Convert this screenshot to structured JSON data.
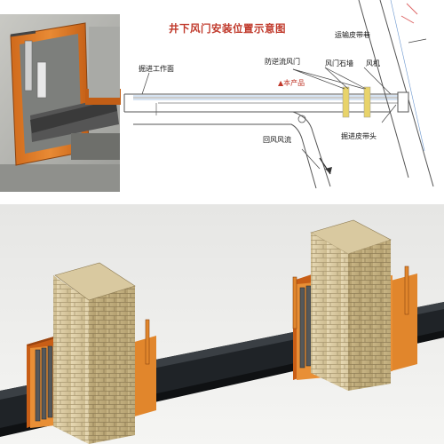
{
  "diagram": {
    "title": "井下风门安装位置示意图",
    "labels": {
      "conveyor_roadway": "运输皮带巷",
      "heading_face": "掘进工作面",
      "anti_backflow_door": "防逆流风门",
      "product": "▲本产品",
      "door_wall": "风门石墙",
      "fan": "风机",
      "return_air": "回风风流",
      "belt_head": "掘进皮带头"
    }
  },
  "colors": {
    "door_orange": "#e1862c",
    "door_orange_dark": "#b85f14",
    "brick": "#d8c79f",
    "brick_line": "#a89770",
    "belt_dark": "#202428",
    "title_red": "#c0392b",
    "diagram_line": "#555555",
    "product_yellow": "#e8d36a"
  }
}
